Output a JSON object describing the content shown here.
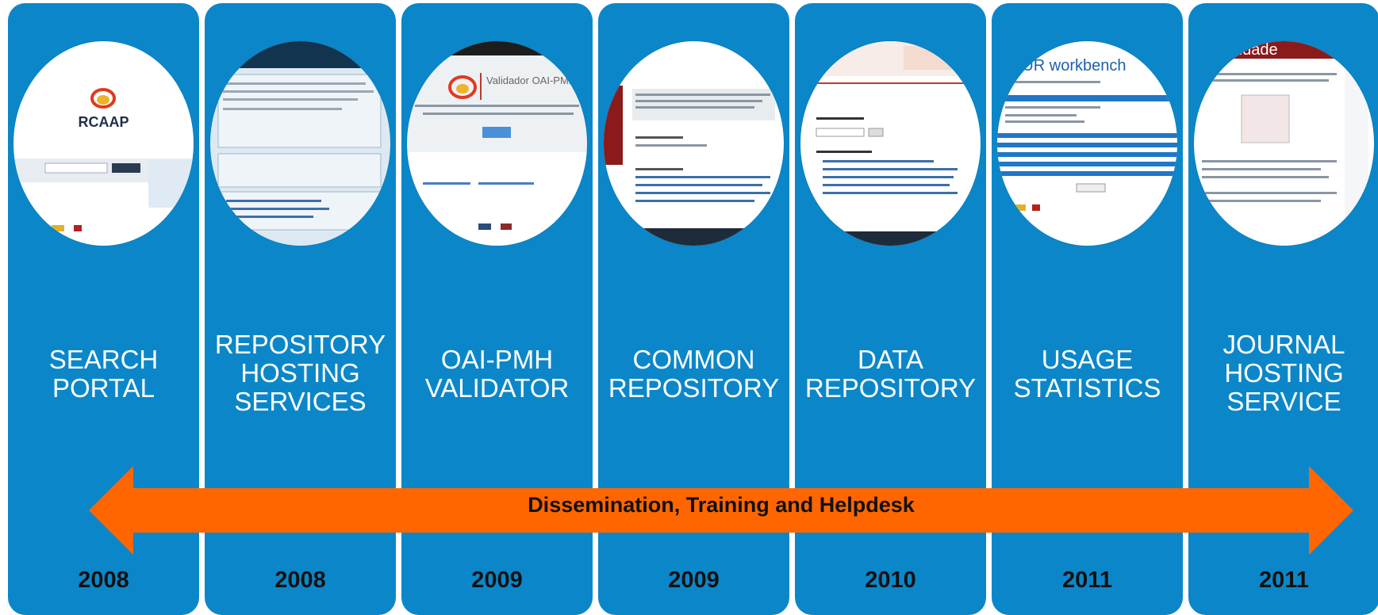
{
  "banner": {
    "text": "Dissemination, Training and Helpdesk",
    "color": "#ff6600"
  },
  "colors": {
    "column": "#0b87c9",
    "label": "#ffffff",
    "year": "#111111"
  },
  "columns": [
    {
      "label": "SEARCH\nPORTAL",
      "year": "2008",
      "thumb_text": "RCAAP",
      "thumb_icon": "rcaap-logo-icon"
    },
    {
      "label": "REPOSITORY\nHOSTING\nSERVICES",
      "year": "2008",
      "thumb_text": "",
      "thumb_icon": "repository-screenshot"
    },
    {
      "label": "OAI-PMH\nVALIDATOR",
      "year": "2009",
      "thumb_text": "Validador OAI-PMH",
      "thumb_icon": "validator-logo-icon"
    },
    {
      "label": "COMMON\nREPOSITORY",
      "year": "2009",
      "thumb_text": "",
      "thumb_icon": "common-repository-screenshot"
    },
    {
      "label": "DATA\nREPOSITORY",
      "year": "2010",
      "thumb_text": "",
      "thumb_icon": "data-repository-screenshot"
    },
    {
      "label": "USAGE\nSTATISTICS",
      "year": "2011",
      "thumb_text": "EUR workbench",
      "thumb_icon": "workbench-logo-icon"
    },
    {
      "label": "JOURNAL\nHOSTING\nSERVICE",
      "year": "2011",
      "thumb_text": "tricidade",
      "thumb_icon": "journal-screenshot"
    }
  ]
}
